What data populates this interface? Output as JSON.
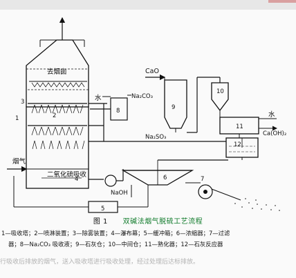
{
  "labels": {
    "chimney": "去烟囱",
    "water1": "水",
    "na2co3": "Na₂CO₃",
    "cao": "CaO",
    "water2": "水",
    "caoh2": "Ca(OH)₂",
    "na2so3": "Na₂SO₃",
    "flue_gas": "烟气",
    "so2_absorb": "二氧化硫吸收",
    "naoh": "NaOH"
  },
  "numbers": {
    "n1": "1",
    "n2": "2",
    "n3": "3",
    "n4": "4",
    "n5": "5",
    "n6": "6",
    "n7": "7",
    "n8": "8",
    "n9": "9",
    "n10": "10",
    "n11": "11",
    "n12": "12"
  },
  "caption": {
    "fig_num": "图  1",
    "title": "双碱法烟气脱硫工艺流程"
  },
  "legend": {
    "line1": "1—吸收塔；2—喷淋装置；3—除雾装置；4—瀑布幕；5—缓冲箱；6—浓缩器；7—过滤",
    "line2": "器；8—Na₂CO₃ 吸收液；9—石灰仓；10—中间仓；11—熟化器；12—石灰反应器"
  },
  "cut_text": "行吸收后排放的烟气，送入吸收塔进行吸收处理，经过处理后达标排放。"
}
